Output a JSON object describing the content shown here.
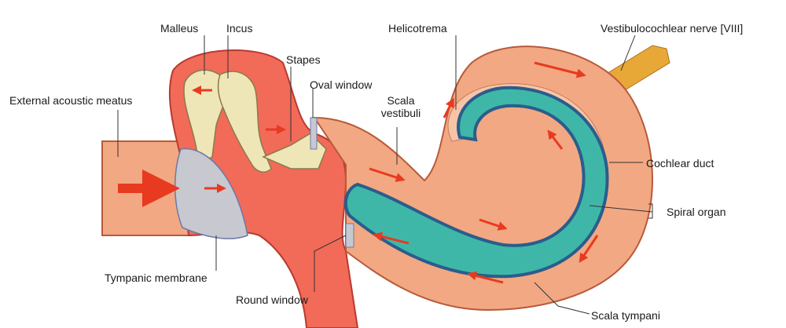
{
  "labels": {
    "malleus": "Malleus",
    "incus": "Incus",
    "stapes": "Stapes",
    "oval_window": "Oval window",
    "external_acoustic_meatus": "External acoustic meatus",
    "scala_vestibuli_1": "Scala",
    "scala_vestibuli_2": "vestibuli",
    "helicotrema": "Helicotrema",
    "vestibulocochlear_nerve": "Vestibulocochlear nerve [VIII]",
    "cochlear_duct": "Cochlear duct",
    "spiral_organ": "Spiral organ",
    "tympanic_membrane": "Tympanic membrane",
    "round_window": "Round window",
    "scala_tympani": "Scala tympani"
  },
  "colors": {
    "canal": "#f2a882",
    "canal_outline": "#b85a3a",
    "middle_ear": "#f26a58",
    "bone": "#efe6b8",
    "bone_outline": "#8a7a4a",
    "duct": "#3fb7a8",
    "duct_dark": "#2a5d8c",
    "membrane": "#c8c8d0",
    "nerve": "#e8a838",
    "arrow": "#e83a20",
    "leader": "#333333"
  }
}
